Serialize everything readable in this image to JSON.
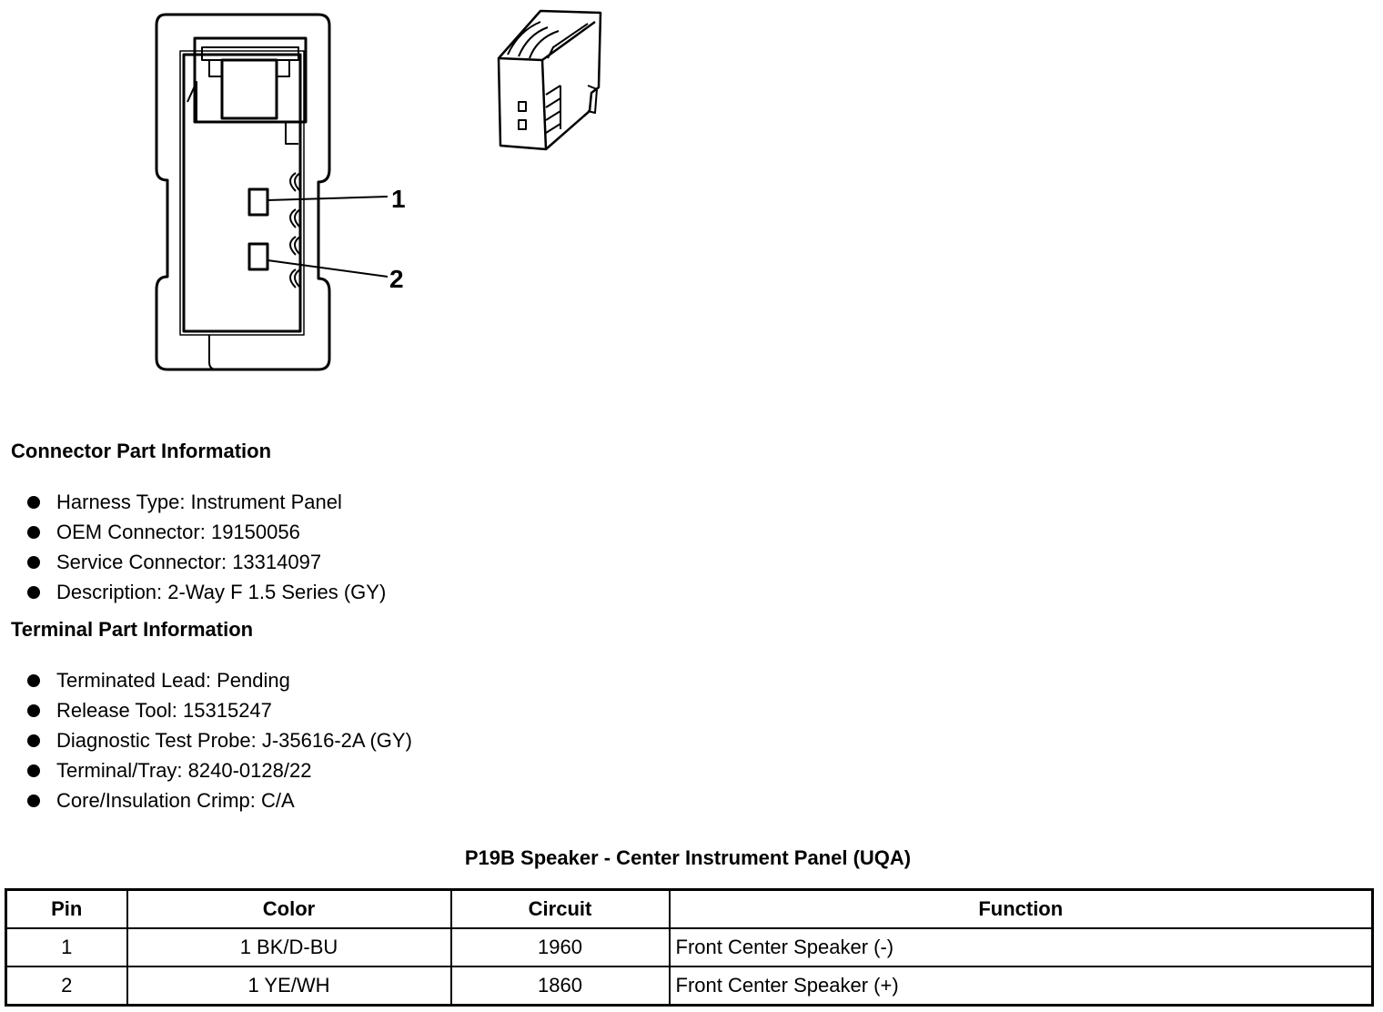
{
  "diagram": {
    "pin_labels": [
      "1",
      "2"
    ]
  },
  "connector_info": {
    "title": "Connector Part Information",
    "items": [
      "Harness Type: Instrument Panel",
      "OEM Connector: 19150056",
      "Service Connector: 13314097",
      "Description: 2-Way F 1.5 Series (GY)"
    ]
  },
  "terminal_info": {
    "title": "Terminal Part Information",
    "items": [
      "Terminated Lead: Pending",
      "Release Tool: 15315247",
      "Diagnostic Test Probe: J-35616-2A (GY)",
      "Terminal/Tray: 8240-0128/22",
      "Core/Insulation Crimp: C/A"
    ]
  },
  "table": {
    "title": "P19B Speaker - Center Instrument Panel (UQA)",
    "headers": [
      "Pin",
      "Color",
      "Circuit",
      "Function"
    ],
    "rows": [
      [
        "1",
        "1 BK/D-BU",
        "1960",
        "Front Center Speaker (-)"
      ],
      [
        "2",
        "1 YE/WH",
        "1860",
        "Front Center Speaker (+)"
      ]
    ]
  }
}
